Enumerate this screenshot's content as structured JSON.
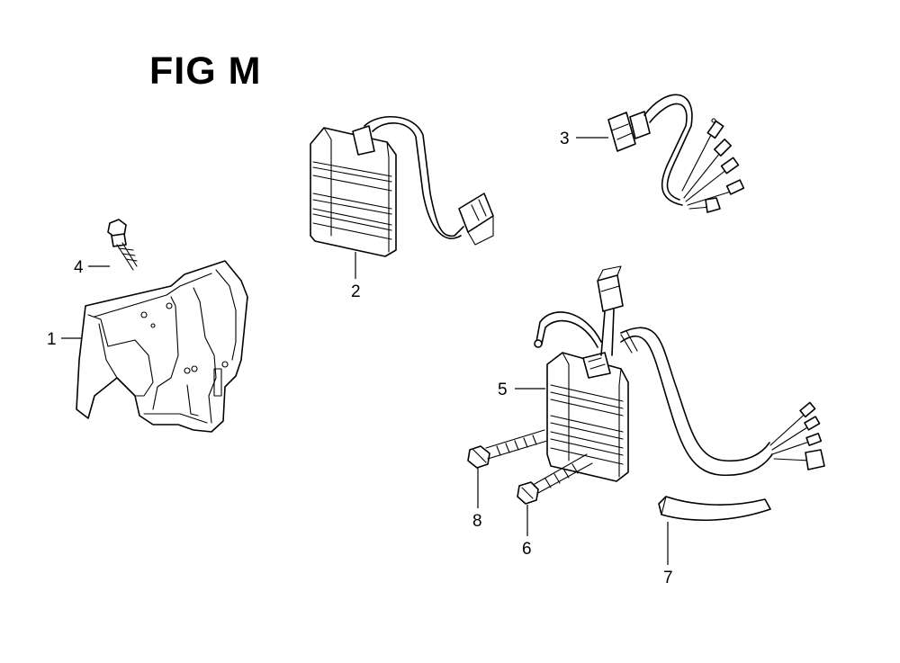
{
  "title": "FIG M",
  "callouts": {
    "c1": "1",
    "c2": "2",
    "c3": "3",
    "c4": "4",
    "c5": "5",
    "c6": "6",
    "c7": "7",
    "c8": "8"
  }
}
